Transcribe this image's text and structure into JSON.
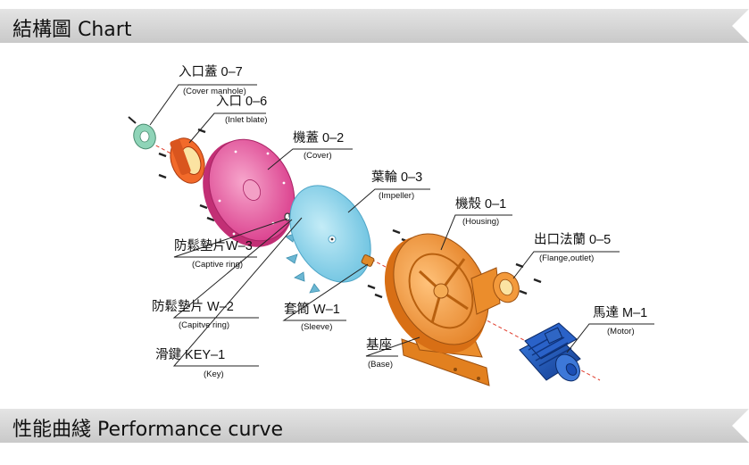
{
  "section_titles": {
    "chart": "結構圖 Chart",
    "performance": "性能曲綫 Performance curve"
  },
  "parts": [
    {
      "label": "入口蓋 0–7",
      "sub": "(Cover manhole)"
    },
    {
      "label": "入口 0–6",
      "sub": "(Inlet blate)"
    },
    {
      "label": "機蓋 0–2",
      "sub": "(Cover)"
    },
    {
      "label": "葉輪 0–3",
      "sub": "(Impeller)"
    },
    {
      "label": "機殼 0–1",
      "sub": "(Housing)"
    },
    {
      "label": "出口法蘭 0–5",
      "sub": "(Flange,outlet)"
    },
    {
      "label": "馬達 M–1",
      "sub": "(Motor)"
    },
    {
      "label": "基座",
      "sub": "(Base)"
    },
    {
      "label": "套筒 W–1",
      "sub": "(Sleeve)"
    },
    {
      "label": "防鬆墊片W–3",
      "sub": "(Captive ring)"
    },
    {
      "label": "防鬆墊片 W–2",
      "sub": "(Capitve ring)"
    },
    {
      "label": "滑鍵 KEY–1",
      "sub": "(Key)"
    }
  ],
  "colors": {
    "cover_manhole": "#8fd4b8",
    "inlet": "#f26a2a",
    "cover": "#e64f9a",
    "impeller": "#8fd3ea",
    "housing": "#f39a3c",
    "motor": "#1b4fb5",
    "banner": "#d6d6d6"
  }
}
